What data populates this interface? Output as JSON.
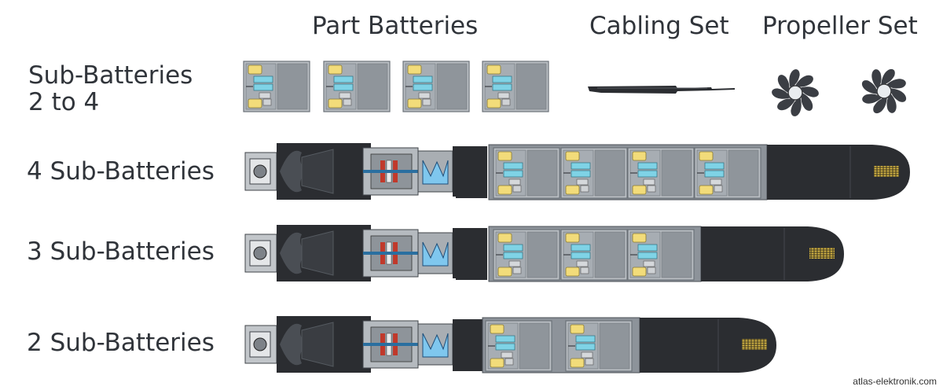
{
  "headers": {
    "part_batteries": "Part Batteries",
    "cabling_set": "Cabling Set",
    "propeller_set": "Propeller Set"
  },
  "row_labels": {
    "sub_batteries_line1": "Sub-Batteries",
    "sub_batteries_line2": "2 to 4",
    "four": "4 Sub-Batteries",
    "three": "3 Sub-Batteries",
    "two": "2 Sub-Batteries"
  },
  "credit": "atlas-elektronik.com",
  "colors": {
    "hull_dark": "#2b2d31",
    "hull_grey": "#8d939a",
    "battery_yellow": "#f2dc7a",
    "battery_cyan": "#7fd3e6",
    "module_grey": "#9aa0a6",
    "text": "#30343a"
  }
}
